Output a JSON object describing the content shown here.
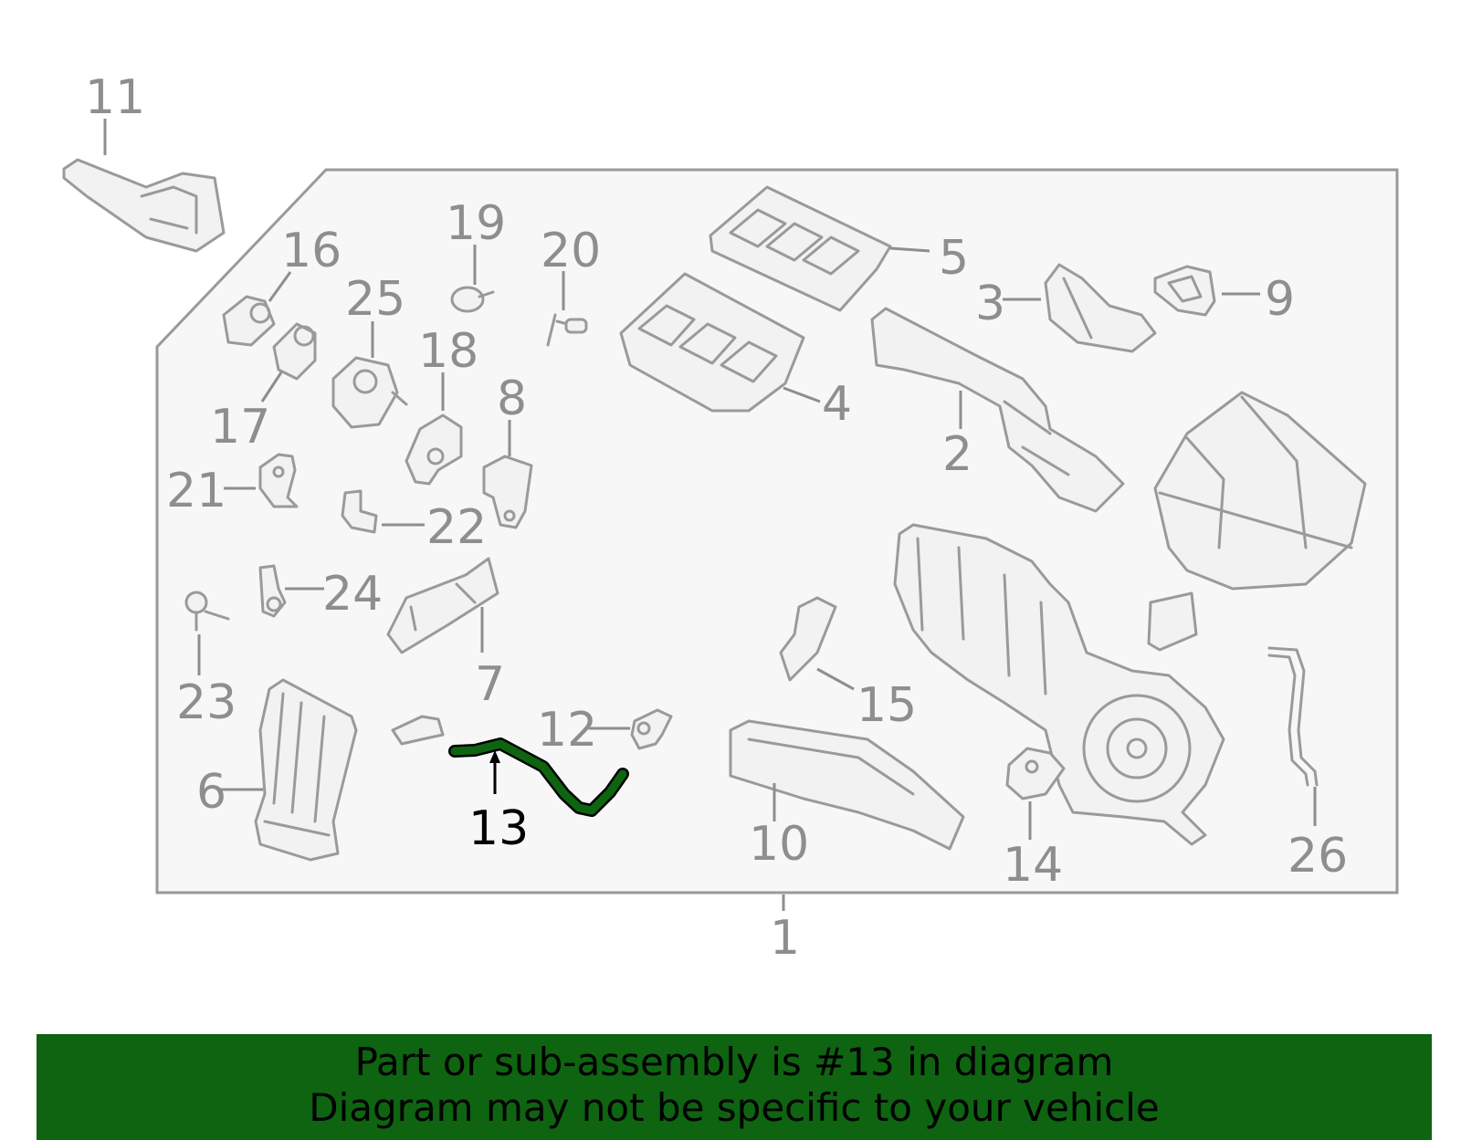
{
  "diagram": {
    "highlight_part": "13",
    "highlight_color": "#0e6410",
    "line_color": "#9a9a9a",
    "panel_fill": "#f7f7f7",
    "callouts": {
      "p1": "1",
      "p2": "2",
      "p3": "3",
      "p4": "4",
      "p5": "5",
      "p6": "6",
      "p7": "7",
      "p8": "8",
      "p9": "9",
      "p10": "10",
      "p11": "11",
      "p12": "12",
      "p13": "13",
      "p14": "14",
      "p15": "15",
      "p16": "16",
      "p17": "17",
      "p18": "18",
      "p19": "19",
      "p20": "20",
      "p21": "21",
      "p22": "22",
      "p23": "23",
      "p24": "24",
      "p25": "25",
      "p26": "26"
    }
  },
  "banner": {
    "line1": "Part or sub-assembly is #13 in diagram",
    "line2": "Diagram may not be specific to your vehicle",
    "background": "#0e6410"
  }
}
